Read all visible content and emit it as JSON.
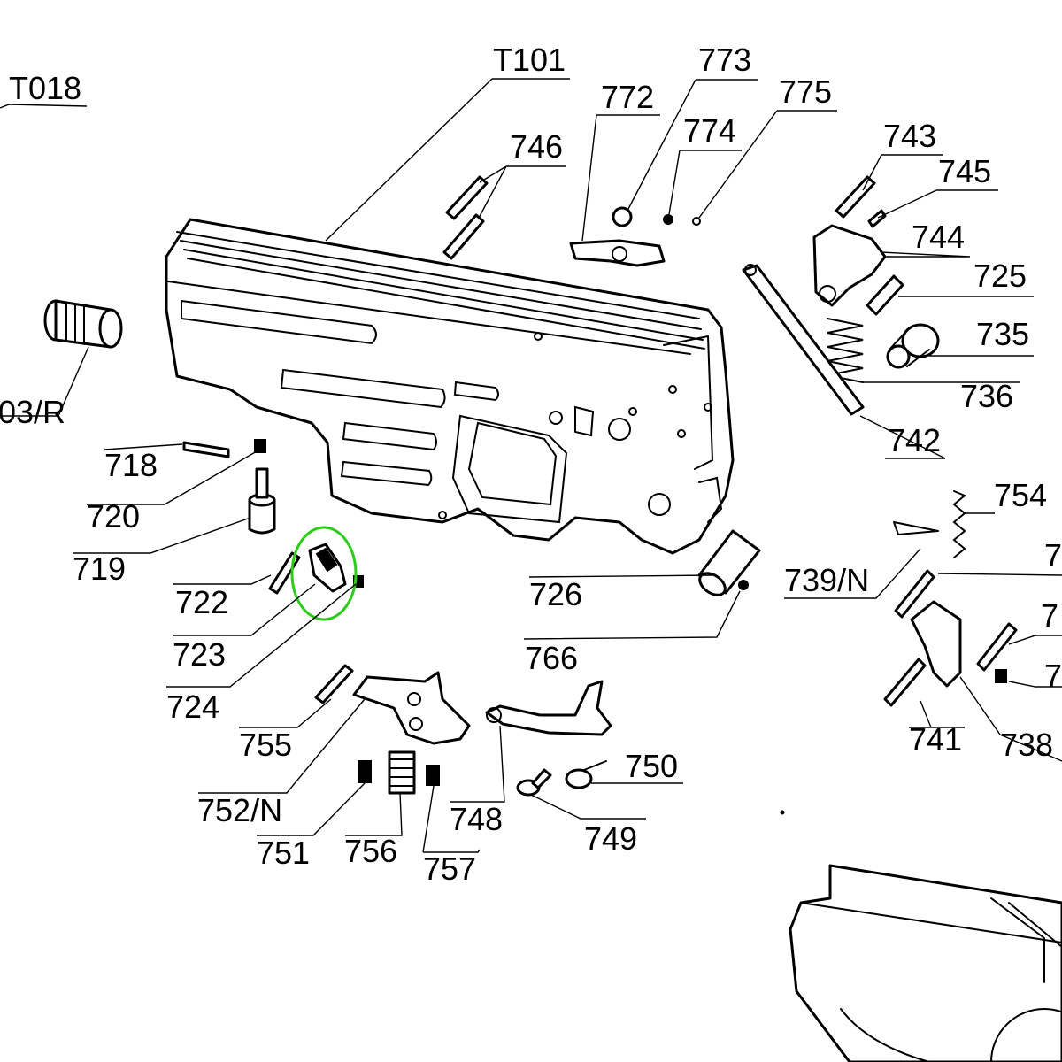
{
  "diagram": {
    "highlight_color": "#2ecc1a",
    "labels": {
      "t018": "T018",
      "t101": "T101",
      "l703r": "03/R",
      "l718": "718",
      "l720": "720",
      "l719": "719",
      "l722": "722",
      "l723": "723",
      "l724": "724",
      "l746": "746",
      "l772": "772",
      "l773": "773",
      "l774": "774",
      "l775": "775",
      "l743": "743",
      "l745": "745",
      "l744": "744",
      "l725": "725",
      "l735": "735",
      "l736": "736",
      "l742": "742",
      "l754": "754",
      "l7a": "7",
      "l739n": "739/N",
      "l7b": "7",
      "l7c": "7",
      "l741": "741",
      "l738": "738",
      "l726": "726",
      "l766": "766",
      "l755": "755",
      "l752n": "752/N",
      "l751": "751",
      "l756": "756",
      "l757": "757",
      "l748": "748",
      "l749": "749",
      "l750": "750"
    }
  }
}
